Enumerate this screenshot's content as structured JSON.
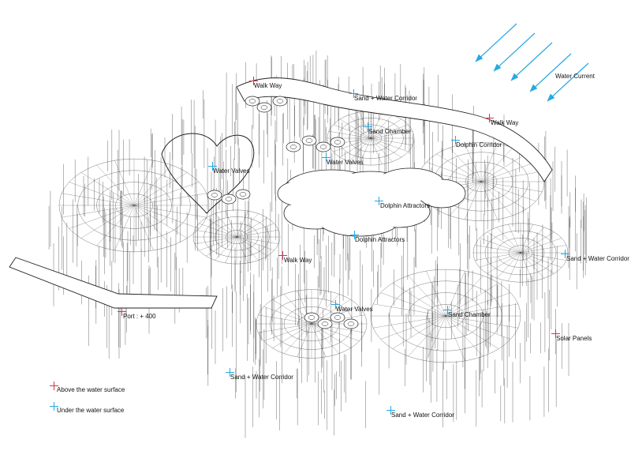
{
  "colors": {
    "above": "#e0304a",
    "under": "#27a9e1",
    "current": "#27a9e1",
    "line": "#222222"
  },
  "labels": {
    "water_current": "Water Current",
    "walk_way_1": "Walk Way",
    "sand_water_corridor_1": "Sand + Water Corridor",
    "walk_way_2": "Walk Way",
    "sand_chamber_1": "Sand Chamber",
    "dolphin_corridor": "Dolphin Corridor",
    "water_valves_1": "Water Valves",
    "water_valves_2": "Water Valves",
    "dolphin_attractors_1": "Dolphin Attractors",
    "dolphin_attractors_2": "Dolphin Attractors",
    "walk_way_3": "Walk Way",
    "sand_water_corridor_2": "Sand + Water Corridor",
    "port": "Port : + 400",
    "water_valves_3": "Water Valves",
    "sand_chamber_2": "Sand Chamber",
    "solar_panels": "Solar Panels",
    "sand_water_corridor_3": "Sand + Water Corridor",
    "sand_water_corridor_4": "Sand + Water Corridor"
  },
  "legend": {
    "above": "Above the water surface",
    "under": "Under the water surface"
  }
}
